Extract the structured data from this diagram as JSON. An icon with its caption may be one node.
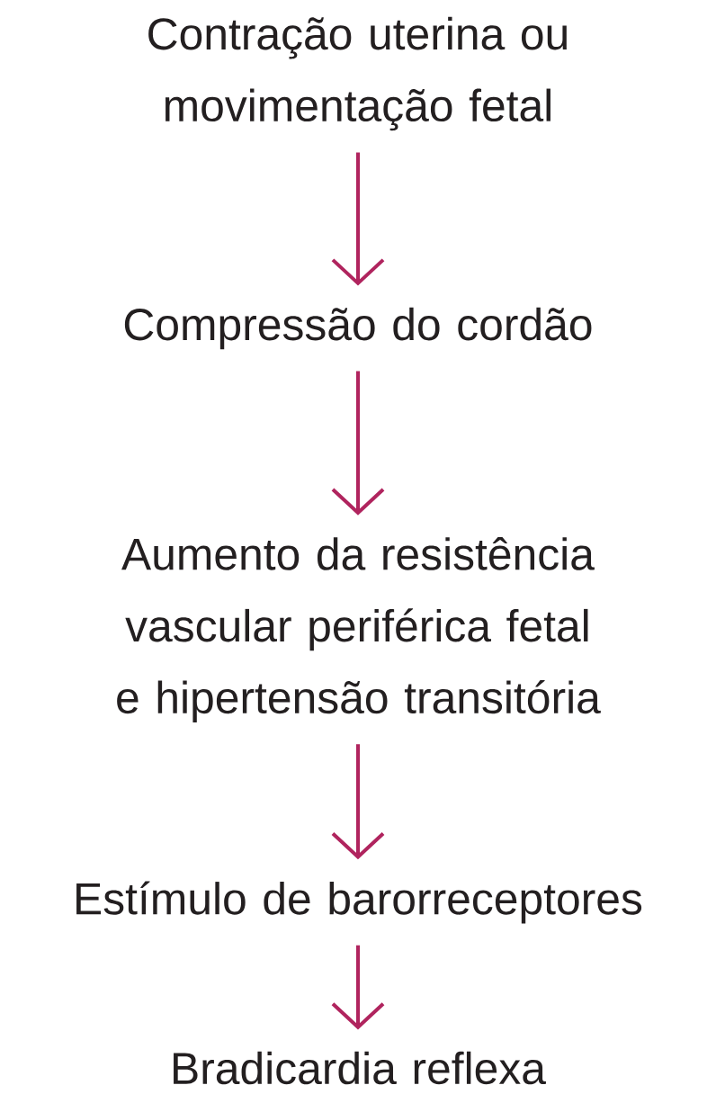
{
  "diagram": {
    "nodes": [
      {
        "text": [
          "Contração uterina ou movimentação fetal"
        ]
      },
      {
        "text": [
          "Compressão do cordão"
        ]
      },
      {
        "text": [
          "Aumento da resistência vascular periférica fetal e hipertensão transitória"
        ]
      },
      {
        "text": [
          "Estímulo de barorreceptores"
        ]
      },
      {
        "text": [
          "Bradicardia reflexa"
        ]
      }
    ],
    "edges": [
      {
        "from": 0,
        "to": 1,
        "arrow": "to"
      },
      {
        "from": 1,
        "to": 2,
        "arrow": "to"
      },
      {
        "from": 2,
        "to": 3,
        "arrow": "to"
      },
      {
        "from": 3,
        "to": 4,
        "arrow": "to"
      }
    ]
  }
}
